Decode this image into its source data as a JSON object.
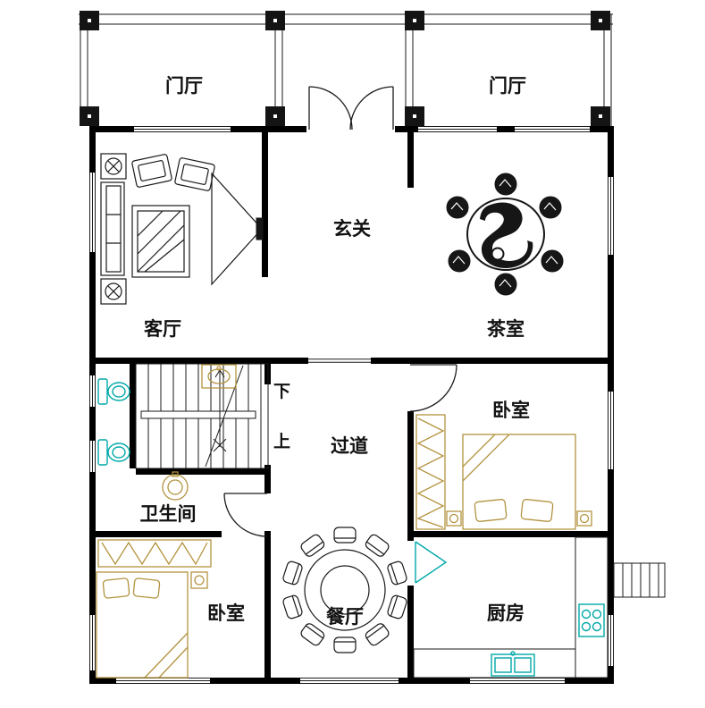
{
  "rooms": {
    "porch_left": "门厅",
    "porch_right": "门厅",
    "foyer": "玄关",
    "living_room": "客厅",
    "tea_room": "茶室",
    "bedroom_upper": "卧室",
    "corridor": "过道",
    "bathroom": "卫生间",
    "bedroom_lower": "卧室",
    "dining_room": "餐厅",
    "kitchen": "厨房"
  },
  "stairs": {
    "down": "下",
    "up": "上"
  },
  "colors": {
    "wall": "#000000",
    "furniture": "#b3933f",
    "fixture": "#00a8a8"
  }
}
